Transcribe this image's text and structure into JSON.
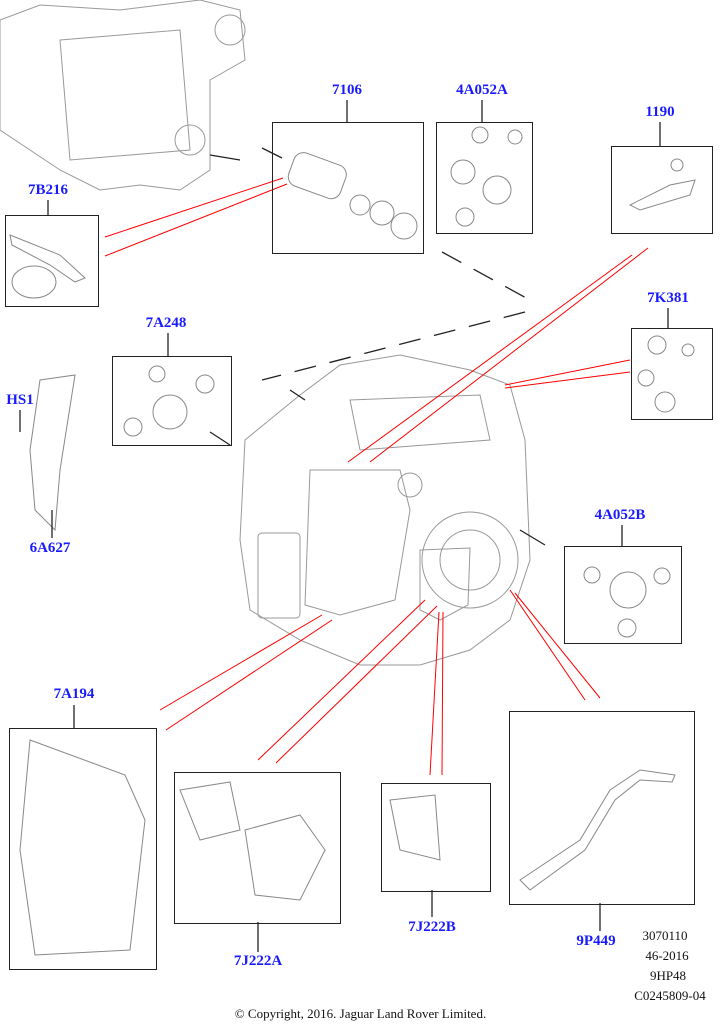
{
  "parts": [
    {
      "id": "7106"
    },
    {
      "id": "4A052A"
    },
    {
      "id": "1190"
    },
    {
      "id": "7B216"
    },
    {
      "id": "7K381"
    },
    {
      "id": "7A248"
    },
    {
      "id": "HS1"
    },
    {
      "id": "6A627"
    },
    {
      "id": "4A052B"
    },
    {
      "id": "7A194"
    },
    {
      "id": "7J222A"
    },
    {
      "id": "7J222B"
    },
    {
      "id": "9P449"
    }
  ],
  "reference": [
    "3070110",
    "46-2016",
    "9HP48",
    "C0245809-04"
  ],
  "copyright": "© Copyright, 2016. Jaguar Land Rover Limited.",
  "colors": {
    "label": "#1a1aff",
    "callout_line": "#ff0000",
    "outline": "#222222"
  }
}
